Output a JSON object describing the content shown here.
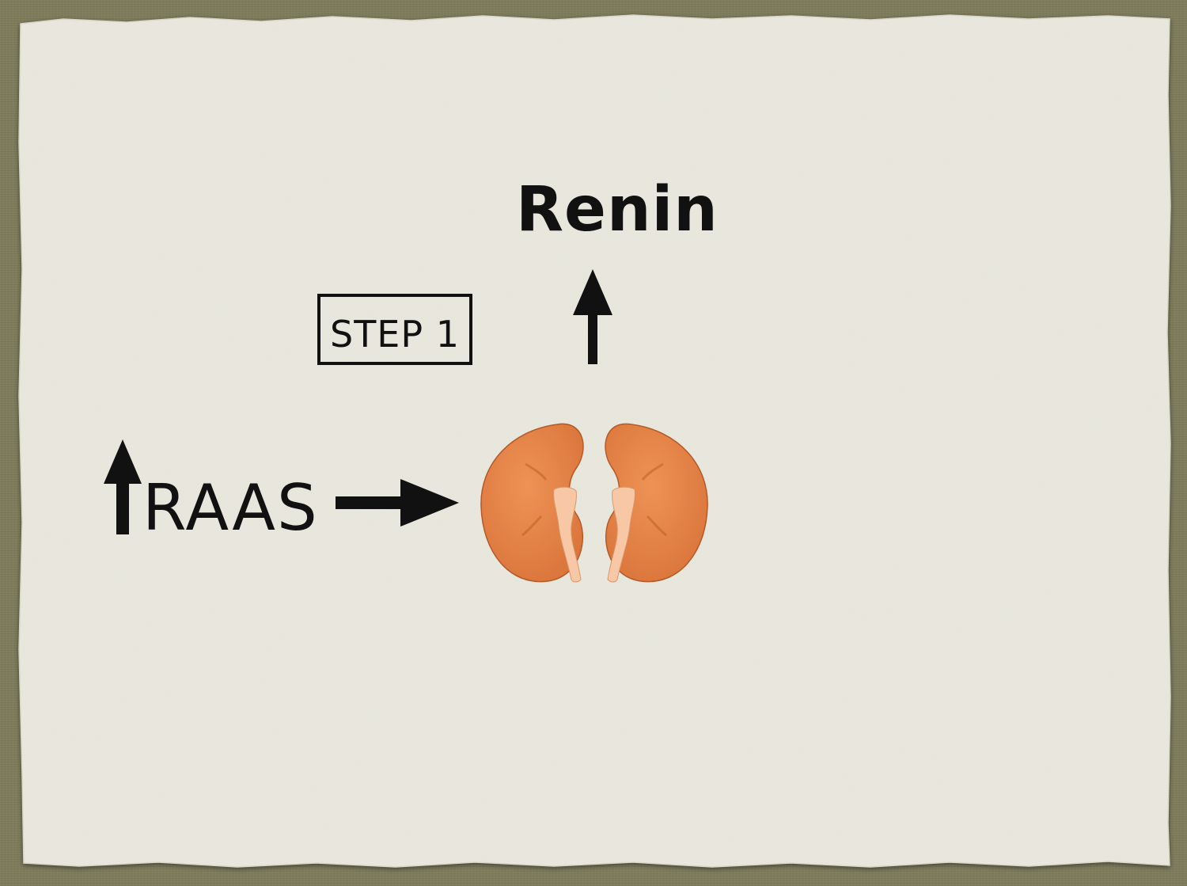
{
  "diagram": {
    "output_label": "Renin",
    "step_label": "STEP 1",
    "input_label": "RAAS"
  },
  "icons": {
    "increase_indicator": "up-arrow-icon",
    "flow_arrow": "right-arrow-icon",
    "organ": "kidneys-icon"
  },
  "colors": {
    "kidney": "#e8874a",
    "ureter": "#f8c8a6",
    "arrow": "#111111",
    "paper": "#e9e8de",
    "frame": "#7f7d5c"
  }
}
